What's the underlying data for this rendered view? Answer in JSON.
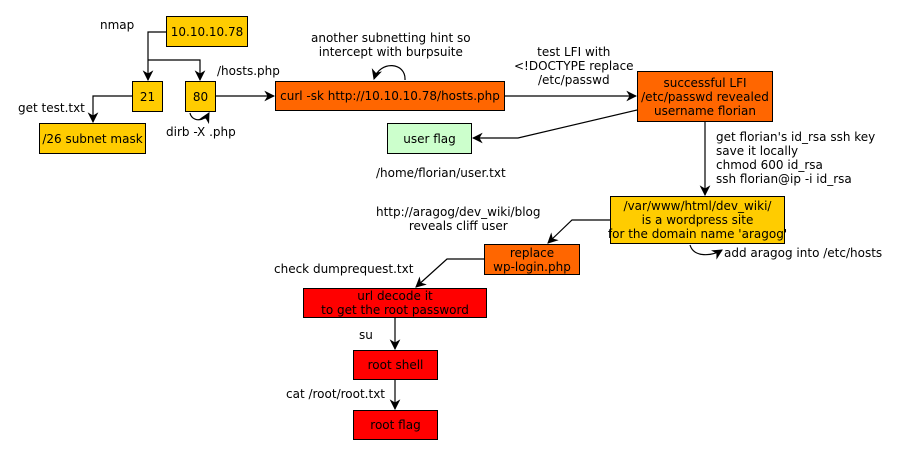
{
  "nodes": {
    "ip": "10.10.10.78",
    "port21": "21",
    "port80": "80",
    "subnet": "/26 subnet mask",
    "curl": "curl -sk http://10.10.10.78/hosts.php",
    "lfi": "successful LFI\n/etc/passwd revealed\nusername florian",
    "userflag": "user flag",
    "wordpress": "/var/www/html/dev_wiki/\nis a wordpress site\nfor the domain name 'aragog'",
    "replace": "replace\nwp-login.php",
    "urldecode": "url decode it\nto get the root password",
    "rootshell": "root shell",
    "rootflag": "root flag"
  },
  "labels": {
    "nmap": "nmap",
    "get_test": "get test.txt",
    "hosts_php": "/hosts.php",
    "dirb": "dirb -X .php",
    "subnet_hint": "another subnetting hint so\nintercept with burpsuite",
    "test_lfi": "test LFI with\n<!DOCTYPE replace\n/etc/passwd",
    "ssh_steps": "get florian's id_rsa ssh key\nsave it locally\nchmod 600 id_rsa\nssh florian@ip -i id_rsa",
    "user_txt": "/home/florian/user.txt",
    "blog": "http://aragog/dev_wiki/blog\nreveals cliff user",
    "add_hosts": "add aragog into /etc/hosts",
    "dumprequest": "check dumprequest.txt",
    "su": "su",
    "cat_root": "cat /root/root.txt"
  },
  "colors": {
    "yellow": "#ffcc00",
    "orange": "#ff6600",
    "red": "#ff0000",
    "green": "#ccffcc"
  }
}
